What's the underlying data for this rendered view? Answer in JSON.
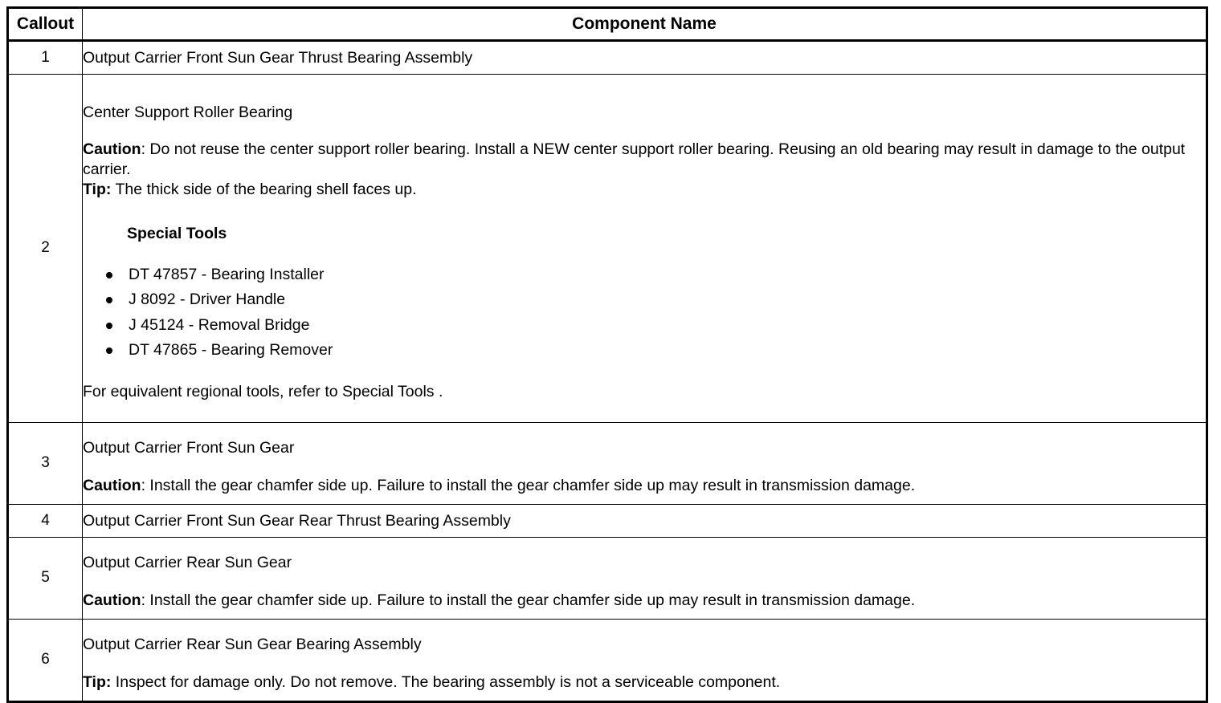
{
  "table": {
    "headers": {
      "callout": "Callout",
      "component_name": "Component Name"
    },
    "rows": [
      {
        "callout": "1",
        "title": "Output Carrier Front Sun Gear Thrust Bearing Assembly"
      },
      {
        "callout": "2",
        "title": "Center Support Roller Bearing",
        "caution_label": "Caution",
        "caution_colon": ": ",
        "caution_text": "Do not reuse the center support roller bearing. Install a NEW center support roller bearing. Reusing an old bearing may result in damage to the output carrier.",
        "tip_label": "Tip:",
        "tip_text": " The thick side of the bearing shell faces up.",
        "special_tools_heading": "Special Tools",
        "tools": [
          "DT 47857 - Bearing Installer",
          "J 8092 - Driver Handle",
          "J 45124 - Removal Bridge",
          "DT 47865 - Bearing Remover"
        ],
        "footer_note": "For equivalent regional tools, refer to Special Tools ."
      },
      {
        "callout": "3",
        "title": "Output Carrier Front Sun Gear",
        "caution_label": "Caution",
        "caution_colon": ": ",
        "caution_text": "Install the gear chamfer side up. Failure to install the gear chamfer side up may result in transmission damage."
      },
      {
        "callout": "4",
        "title": "Output Carrier Front Sun Gear Rear Thrust Bearing Assembly"
      },
      {
        "callout": "5",
        "title": "Output Carrier Rear Sun Gear",
        "caution_label": "Caution",
        "caution_colon": ": ",
        "caution_text": "Install the gear chamfer side up. Failure to install the gear chamfer side up may result in transmission damage."
      },
      {
        "callout": "6",
        "title": "Output Carrier Rear Sun Gear Bearing Assembly",
        "tip_label": "Tip:",
        "tip_text": " Inspect for damage only. Do not remove. The bearing assembly is not a serviceable component."
      }
    ]
  },
  "colors": {
    "border": "#000000",
    "text": "#000000",
    "background": "#ffffff"
  }
}
